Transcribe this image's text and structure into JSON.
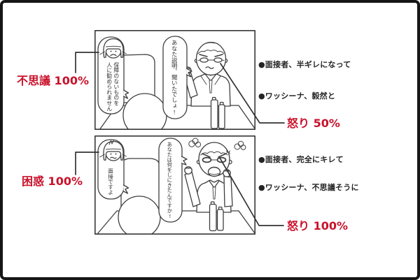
{
  "page": {
    "background": "#ffffff",
    "frame_color": "#161616",
    "ink_color": "#3f3f3f",
    "text_color": "#242424",
    "accent_red": "#c9122b"
  },
  "panels": [
    {
      "id": "panel-1",
      "woman_bubble_lines": [
        "保障のないものを",
        "人に勧められません"
      ],
      "man_bubble": "あなた説明、聞いたでしょ!",
      "left_label": "不思議 100%",
      "notes": [
        "●面接者、半ギレになって",
        "●ワッシーナ、毅然と"
      ],
      "right_label": "怒り 50%"
    },
    {
      "id": "panel-2",
      "woman_bubble": "面接ですよ",
      "man_bubble": "あなたは何をしにきたんですか!",
      "left_label": "困惑 100%",
      "notes": [
        "●面接者、完全にキレて",
        "●ワッシーナ、不思議そうに"
      ],
      "right_label": "怒り 100%"
    }
  ]
}
